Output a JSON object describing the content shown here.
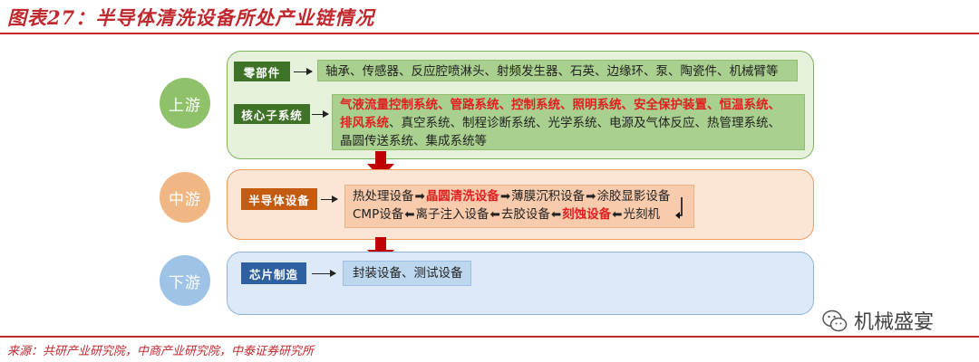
{
  "title": "图表27：半导体清洗设备所处产业链情况",
  "source": "来源：共研产业研究院，中商产业研究院，中泰证券研究所",
  "brand": "机械盛宴",
  "stages": {
    "upstream": "上游",
    "midstream": "中游",
    "downstream": "下游"
  },
  "upstream": {
    "parts_label": "零部件",
    "parts_text": "轴承、传感器、反应腔喷淋头、射频发生器、石英、边缘环、泵、陶瓷件、机械臂等",
    "core_label": "核心子系统",
    "core_red_1": "气液流量控制系统、管路系统、控制系统、照明系统、安全保护装置、恒温系统、",
    "core_red_2": "排风系统",
    "core_normal_2": "、真空系统、制程诊断系统、光学系统、电源及气体反应、热管理系统、",
    "core_normal_3": "晶圆传送系统、集成系统等"
  },
  "midstream": {
    "label": "半导体设备",
    "row1": [
      "热处理设备",
      "晶圆清洗设备",
      "薄膜沉积设备",
      "涂胶显影设备"
    ],
    "row2": [
      "CMP设备",
      "离子注入设备",
      "去胶设备",
      "刻蚀设备",
      "光刻机"
    ],
    "right_arrow": "➡",
    "left_arrow": "⬅"
  },
  "downstream": {
    "label": "芯片制造",
    "text": "封装设备、测试设备"
  },
  "colors": {
    "title_red": "#c0282d",
    "highlight_red": "#e02020",
    "upstream_green": "#3e7226",
    "midstream_orange": "#c55a11",
    "downstream_blue": "#2e5fa1"
  },
  "icons": [
    "wechat-icon",
    "down-arrow-icon",
    "right-arrow-icon"
  ]
}
